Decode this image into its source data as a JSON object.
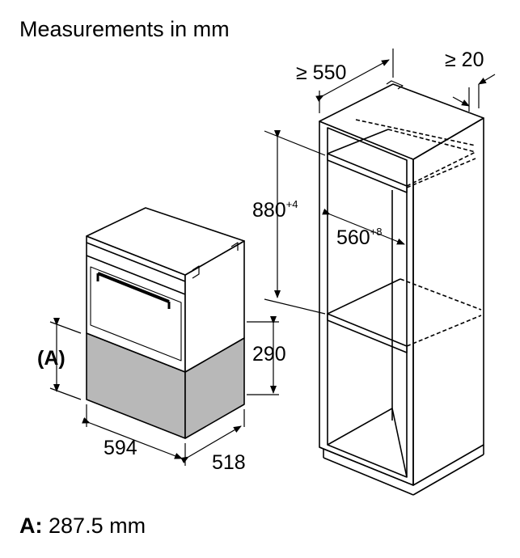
{
  "title": "Measurements in mm",
  "labels": {
    "niche_depth": "≥ 550",
    "rear_gap": "≥ 20",
    "niche_height": "880",
    "niche_height_tol": "+4",
    "niche_width": "560",
    "niche_width_tol": "+8",
    "marker_a": "(A)",
    "drawer_height": "290",
    "appliance_width": "594",
    "appliance_depth": "518"
  },
  "footnote": {
    "key": "A:",
    "value": "287.5 mm"
  },
  "colors": {
    "line": "#000000",
    "drawer_fill": "#b8b8b8",
    "background": "#ffffff"
  }
}
